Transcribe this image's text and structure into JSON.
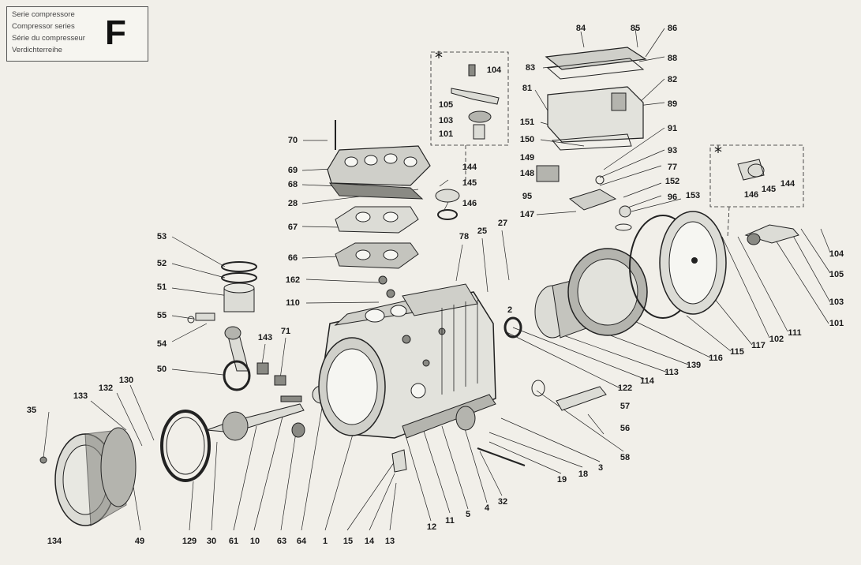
{
  "series_box": {
    "lines": [
      "Serie compressore",
      "Compressor series",
      "Série du compresseur",
      "Verdichterreihe"
    ],
    "letter": "F"
  },
  "optional_marker": "*",
  "part_labels": {
    "p35": "35",
    "p134": "134",
    "p133": "133",
    "p132": "132",
    "p130": "130",
    "p49": "49",
    "p129": "129",
    "p30": "30",
    "p61": "61",
    "p10": "10",
    "p63": "63",
    "p64": "64",
    "p1": "1",
    "p15": "15",
    "p14": "14",
    "p13": "13",
    "p12": "12",
    "p11": "11",
    "p5": "5",
    "p4": "4",
    "p32": "32",
    "p19": "19",
    "p18": "18",
    "p3": "3",
    "p58": "58",
    "p56": "56",
    "p57": "57",
    "p122": "122",
    "p114": "114",
    "p113": "113",
    "p139": "139",
    "p116": "116",
    "p115": "115",
    "p117": "117",
    "p102": "102",
    "p111": "111",
    "p101": "101",
    "p103": "103",
    "p105": "105",
    "p104": "104",
    "p146": "146",
    "p145": "145",
    "p144": "144",
    "p153": "153",
    "p96": "96",
    "p152": "152",
    "p77": "77",
    "p93": "93",
    "p91": "91",
    "p89": "89",
    "p82": "82",
    "p88": "88",
    "p86": "86",
    "p85": "85",
    "p84": "84",
    "p83": "83",
    "p81": "81",
    "p151": "151",
    "p150": "150",
    "p149": "149",
    "p148": "148",
    "p95": "95",
    "p147": "147",
    "p27": "27",
    "p25": "25",
    "p78": "78",
    "p2": "2",
    "p70": "70",
    "p69": "69",
    "p68": "68",
    "p28": "28",
    "p67": "67",
    "p66": "66",
    "p162": "162",
    "p110": "110",
    "p53": "53",
    "p52": "52",
    "p51": "51",
    "p55": "55",
    "p54": "54",
    "p50": "50",
    "p143": "143",
    "p71": "71",
    "t104": "104",
    "t105": "105",
    "t103": "103",
    "t101": "101",
    "t144": "144",
    "t145": "145",
    "t146": "146"
  },
  "colors": {
    "background": "#f1efe9",
    "ink": "#1a1a1a",
    "metal": "#dcdcd6",
    "shade": "#8a8a84"
  }
}
